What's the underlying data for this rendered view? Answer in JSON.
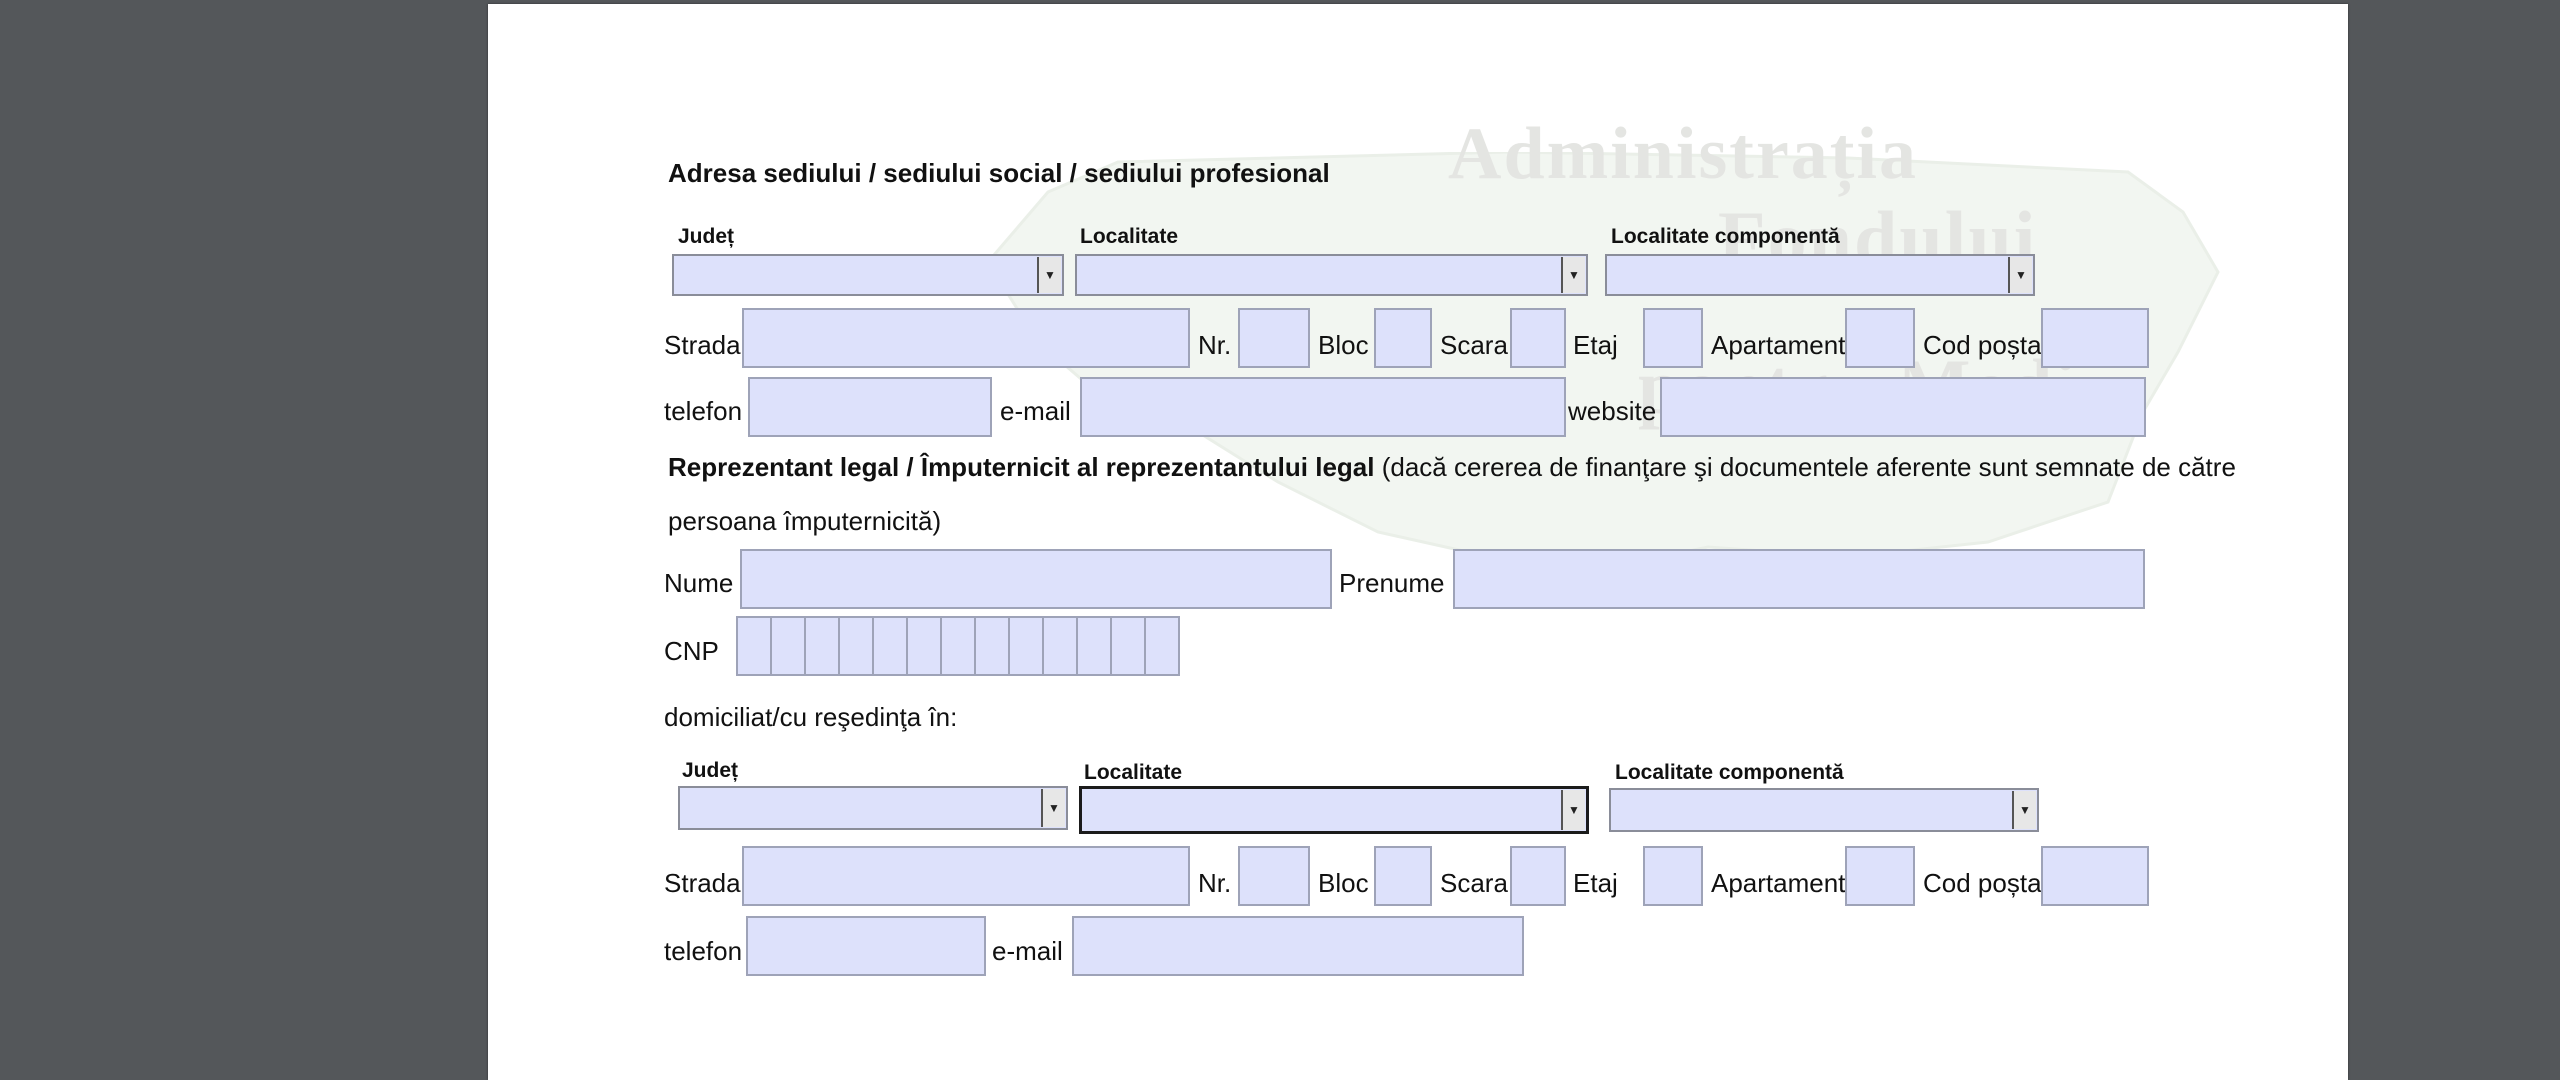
{
  "section1": {
    "title": "Adresa sediului / sediului social / sediului profesional",
    "judet_label": "Județ",
    "localitate_label": "Localitate",
    "localitate_comp_label": "Localitate componentă",
    "strada_label": "Strada",
    "nr_label": "Nr.",
    "bloc_label": "Bloc",
    "scara_label": "Scara",
    "etaj_label": "Etaj",
    "apartament_label": "Apartament",
    "cod_postal_label": "Cod poștal",
    "telefon_label": "telefon",
    "email_label": "e-mail",
    "website_label": "website"
  },
  "section2": {
    "title_bold": "Reprezentant legal / Împuternicit al reprezentantului legal",
    "title_rest": "(dacă cererea de finanţare şi documentele aferente sunt semnate de către",
    "title_line2": "persoana împuternicită)",
    "nume_label": "Nume",
    "prenume_label": "Prenume",
    "cnp_label": "CNP",
    "cnp_cells": 13,
    "domiciliu_label": "domiciliat/cu reşedinţa în:",
    "judet_label": "Județ",
    "localitate_label": "Localitate",
    "localitate_comp_label": "Localitate componentă",
    "strada_label": "Strada",
    "nr_label": "Nr.",
    "bloc_label": "Bloc",
    "scara_label": "Scara",
    "etaj_label": "Etaj",
    "apartament_label": "Apartament",
    "cod_postal_label": "Cod poștal",
    "telefon_label": "telefon",
    "email_label": "e-mail"
  },
  "watermark": {
    "line1": "Administrația",
    "line2": "Fondului",
    "line3": "pentru Mediu"
  },
  "colors": {
    "viewer_background": "#54575a",
    "page": "#ffffff",
    "field_fill": "#dde1fb"
  }
}
